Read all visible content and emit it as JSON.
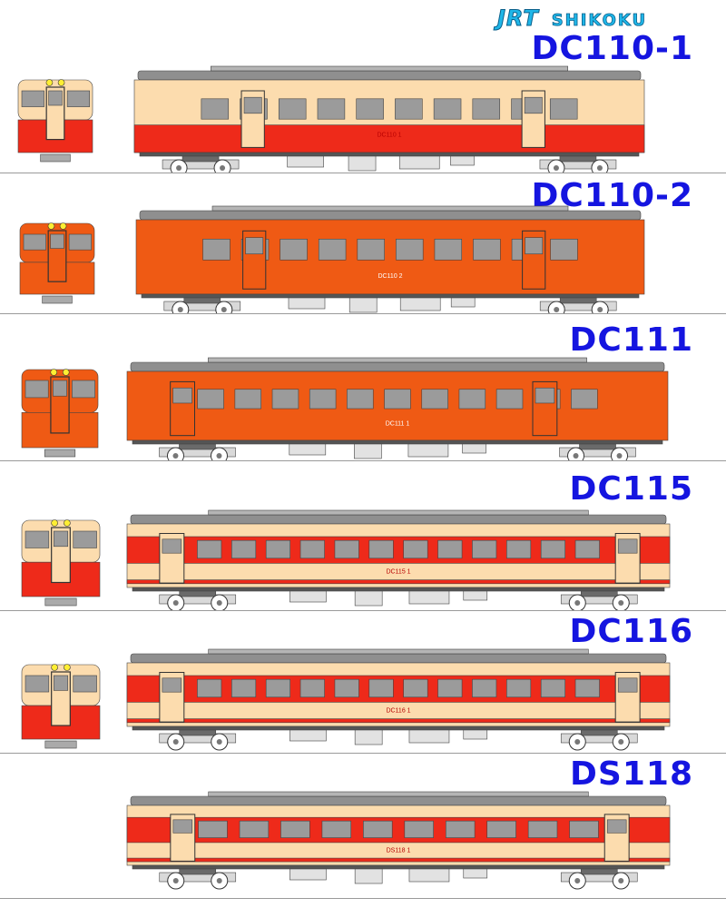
{
  "brand": {
    "jrt": "JRT",
    "region": "SHIKOKU"
  },
  "models": [
    {
      "id": "DC110-1",
      "title": "DC110-1",
      "livery": "red-cream",
      "body_label": "DC110 1"
    },
    {
      "id": "DC110-2",
      "title": "DC110-2",
      "livery": "orange",
      "body_label": "DC110 2"
    },
    {
      "id": "DC111",
      "title": "DC111",
      "livery": "orange",
      "body_label": "DC111 1"
    },
    {
      "id": "DC115",
      "title": "DC115",
      "livery": "cream-red",
      "body_label": "DC115 1"
    },
    {
      "id": "DC116",
      "title": "DC116",
      "livery": "cream-red",
      "body_label": "DC116 1"
    },
    {
      "id": "DS118",
      "title": "DS118",
      "livery": "cream-red",
      "body_label": "DS118 1"
    }
  ],
  "colors": {
    "title_blue": "#1515e0",
    "orange": "#ef5a14",
    "red": "#ee2a1a",
    "cream": "#fcdcae",
    "roof_grey": "#8f8f8f",
    "window_grey": "#9b9b9b"
  }
}
